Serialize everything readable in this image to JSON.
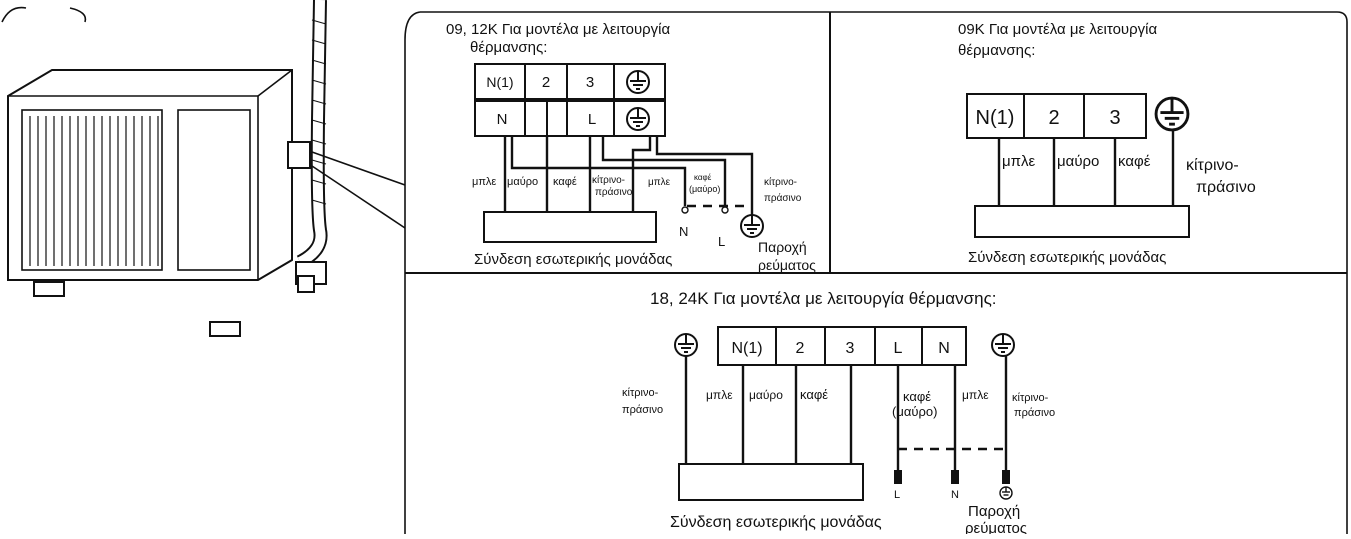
{
  "panel_a": {
    "title_line1": "09, 12K Για μοντέλα με λειτουργία",
    "title_line2": "θέρμανσης:",
    "row1": [
      "N(1)",
      "2",
      "3"
    ],
    "row2": [
      "N",
      "",
      "",
      "L"
    ],
    "wire_labels": [
      "μπλε",
      "μαύρο",
      "καφέ",
      "κίτρινο-",
      "πράσινο",
      "μπλε",
      "καφέ",
      "(μαύρο)",
      "κίτρινο-",
      "πράσινο"
    ],
    "supply_terminals": [
      "N",
      "L"
    ],
    "caption": "Σύνδεση εσωτερικής μονάδας",
    "supply_line1": "Παροχή",
    "supply_line2": "ρεύματος"
  },
  "panel_b": {
    "title_line1": "09K Για μοντέλα με λειτουργία",
    "title_line2": "θέρμανσης:",
    "terminals": [
      "N(1)",
      "2",
      "3"
    ],
    "wire_labels": [
      "μπλε",
      "μαύρο",
      "καφέ"
    ],
    "ground_label_line1": "κίτρινο-",
    "ground_label_line2": "πράσινο",
    "caption": "Σύνδεση εσωτερικής μονάδας"
  },
  "panel_c": {
    "title": "18, 24K Για μοντέλα με λειτουργία θέρμανσης:",
    "terminals": [
      "N(1)",
      "2",
      "3",
      "L",
      "N"
    ],
    "left_ground_label_line1": "κίτρινο-",
    "left_ground_label_line2": "πράσινο",
    "wire_labels": [
      "μπλε",
      "μαύρο",
      "καφέ"
    ],
    "supply_wire_labels": [
      "καφέ",
      "(μαύρο)",
      "μπλε"
    ],
    "right_ground_label_line1": "κίτρινο-",
    "right_ground_label_line2": "πράσινο",
    "supply_terminals": [
      "L",
      "N"
    ],
    "caption": "Σύνδεση εσωτερικής μονάδας",
    "supply_line1": "Παροχή",
    "supply_line2": "ρεύματος"
  },
  "symbols": {
    "ground": "ground-symbol"
  }
}
